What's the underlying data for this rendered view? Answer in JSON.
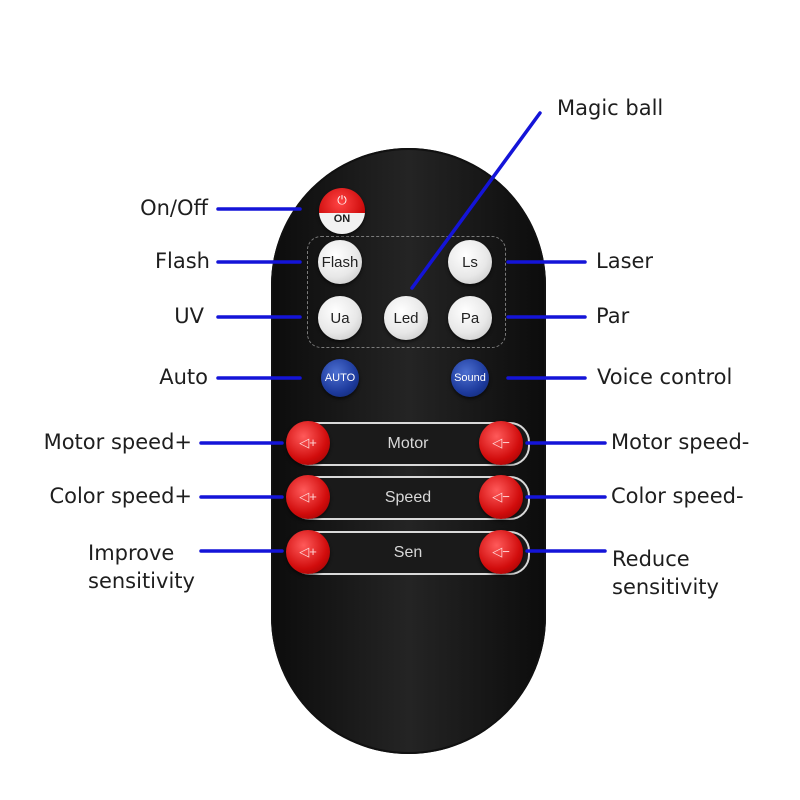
{
  "labels": {
    "on_off": "On/Off",
    "magic_ball": "Magic ball",
    "flash": "Flash",
    "laser": "Laser",
    "uv": "UV",
    "par": "Par",
    "auto": "Auto",
    "voice_control": "Voice control",
    "motor_speed_plus": "Motor speed+",
    "motor_speed_minus": "Motor speed-",
    "color_speed_plus": "Color speed+",
    "color_speed_minus": "Color speed-",
    "improve_line1": "Improve",
    "improve_line2": "sensitivity",
    "reduce_line1": "Reduce",
    "reduce_line2": "sensitivity"
  },
  "buttons": {
    "on": "ON",
    "flash": "Flash",
    "ls": "Ls",
    "ua": "Ua",
    "led": "Led",
    "pa": "Pa",
    "auto": "AUTO",
    "sound": "Sound",
    "plus": "◁+",
    "minus": "◁−"
  },
  "bars": {
    "motor": "Motor",
    "speed": "Speed",
    "sen": "Sen"
  },
  "colors": {
    "leader_line": "#1414d8",
    "red_button": "#d10c0c",
    "blue_button": "#1d3a9c"
  }
}
